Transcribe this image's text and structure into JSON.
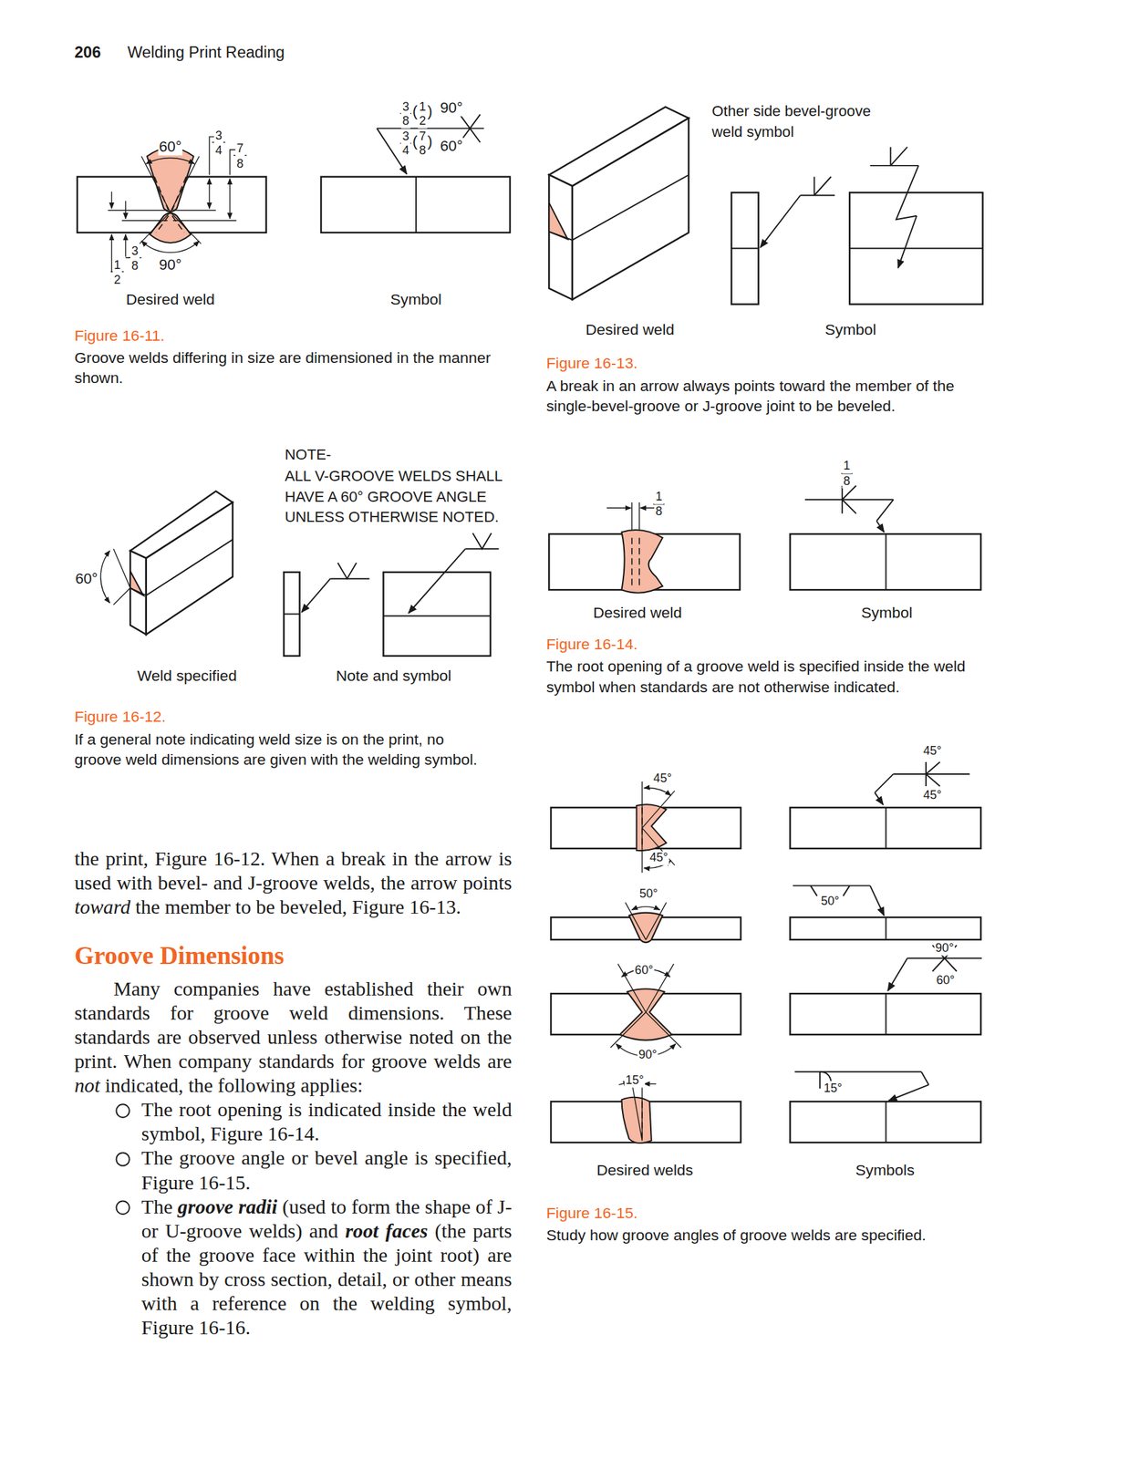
{
  "diagram": {
    "labels": [
      "206",
      "Welding Print Reading",
      "60°",
      "3",
      "4",
      "7",
      "8",
      "3",
      "8",
      "1",
      "2",
      "90°",
      "Desired weld",
      "3",
      "8",
      "(",
      "1",
      "2",
      ")",
      "90°",
      "3",
      "4",
      "(",
      "7",
      "8",
      ")",
      "60°",
      "Symbol",
      "Figure 16-11.",
      "Groove welds differing in size are dimensioned in the manner shown.",
      "Other side bevel-groove weld symbol",
      "Desired weld",
      "Symbol",
      "Figure 16-13.",
      "A break in an arrow always points toward the member of the single-bevel-groove or J-groove joint to be beveled.",
      "NOTE-",
      "ALL V-GROOVE WELDS SHALL HAVE A 60° GROOVE ANGLE UNLESS OTHERWISE NOTED.",
      "60°",
      "Weld specified",
      "Note and symbol",
      "Figure 16-12.",
      "If a general note indicating weld size is on the print, no groove weld dimensions are given with the welding symbol.",
      "1",
      "8",
      "Desired weld",
      "1",
      "8",
      "Symbol",
      "Figure 16-14.",
      "The root opening of a groove weld is specified inside the weld symbol when standards are not otherwise indicated.",
      "45°",
      "45°",
      "45°",
      "45°",
      "50°",
      "50°",
      "60°",
      "90°",
      "90°",
      "60°",
      "15°",
      "15°",
      "Desired welds",
      "Symbols",
      "Figure 16-15.",
      "Study how groove angles of groove welds are specified.",
      "the print, Figure 16-12. When a break in the arrow is used with bevel- and J-groove welds, the arrow points",
      "toward",
      "the member to be beveled, Figure 16-13.",
      "Groove Dimensions",
      "Many companies have established their own standards for groove weld dimensions. These standards are observed unless otherwise noted on the print. When company standards for groove welds are",
      "not",
      "indicated, the following applies:",
      "The root opening is indicated inside the weld symbol, Figure 16-14.",
      "The groove angle or bevel angle is specified, Figure 16-15.",
      "The",
      "groove radii",
      "(used to form the shape of J- or U-groove welds) and",
      "root faces",
      "(the parts of the groove face within the joint root) are shown by cross section, detail, or other means with a reference on the welding symbol, Figure 16-16."
    ]
  }
}
